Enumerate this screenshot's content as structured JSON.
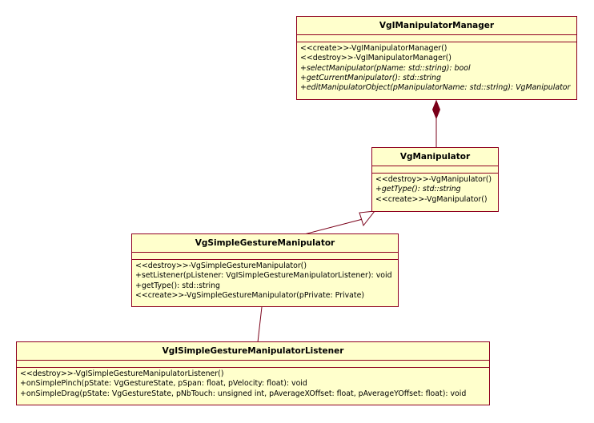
{
  "diagram": {
    "classes": [
      {
        "key": "manager",
        "name": "VgIManipulatorManager",
        "operations": [
          {
            "text": "<<create>>-VgIManipulatorManager()",
            "italic": false
          },
          {
            "text": "<<destroy>>-VgIManipulatorManager()",
            "italic": false
          },
          {
            "text": "+selectManipulator(pName: std::string): bool",
            "italic": true
          },
          {
            "text": "+getCurrentManipulator(): std::string",
            "italic": true
          },
          {
            "text": "+editManipulatorObject(pManipulatorName: std::string): VgManipulator",
            "italic": true
          }
        ]
      },
      {
        "key": "manipulator",
        "name": "VgManipulator",
        "operations": [
          {
            "text": "<<destroy>>-VgManipulator()",
            "italic": false
          },
          {
            "text": "+getType(): std::string",
            "italic": true
          },
          {
            "text": "<<create>>-VgManipulator()",
            "italic": false
          }
        ]
      },
      {
        "key": "simple",
        "name": "VgSimpleGestureManipulator",
        "operations": [
          {
            "text": "<<destroy>>-VgSimpleGestureManipulator()",
            "italic": false
          },
          {
            "text": "+setListener(pListener: VgISimpleGestureManipulatorListener): void",
            "italic": false
          },
          {
            "text": "+getType(): std::string",
            "italic": false
          },
          {
            "text": "<<create>>-VgSimpleGestureManipulator(pPrivate: Private)",
            "italic": false
          }
        ]
      },
      {
        "key": "listener",
        "name": "VgISimpleGestureManipulatorListener",
        "operations": [
          {
            "text": "<<destroy>>-VgISimpleGestureManipulatorListener()",
            "italic": false
          },
          {
            "text": "+onSimplePinch(pState: VgGestureState, pSpan: float, pVelocity: float): void",
            "italic": false
          },
          {
            "text": "+onSimpleDrag(pState: VgGestureState, pNbTouch: unsigned int, pAverageXOffset: float, pAverageYOffset: float): void",
            "italic": false
          }
        ]
      }
    ],
    "relations": [
      {
        "type": "composition",
        "whole": "VgIManipulatorManager",
        "part": "VgManipulator"
      },
      {
        "type": "generalization",
        "parent": "VgManipulator",
        "child": "VgSimpleGestureManipulator"
      },
      {
        "type": "association",
        "from": "VgSimpleGestureManipulator",
        "to": "VgISimpleGestureManipulatorListener"
      }
    ],
    "colors": {
      "fill": "#ffffcc",
      "stroke": "#8f0020",
      "line": "#7a0019"
    }
  }
}
